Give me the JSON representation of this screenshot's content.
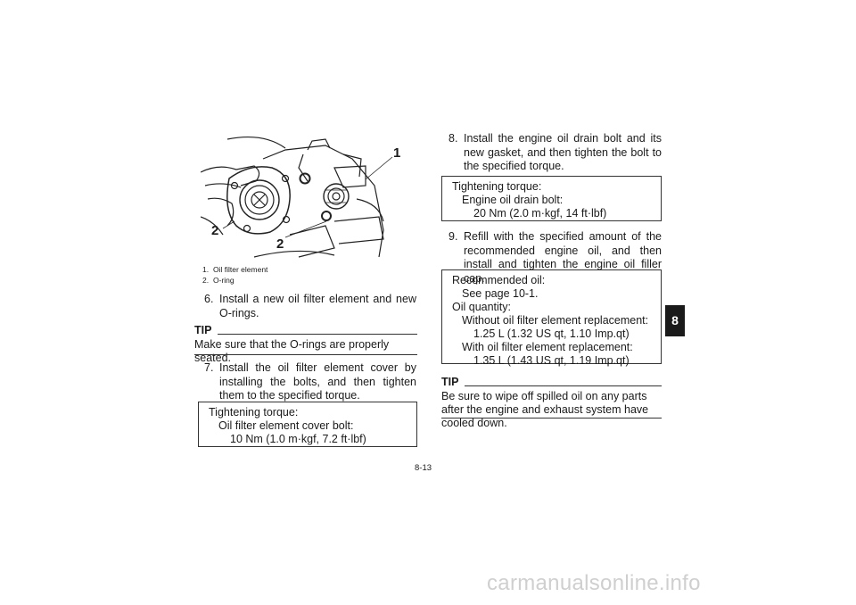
{
  "figure": {
    "callouts": [
      "1",
      "2",
      "2"
    ]
  },
  "legend": [
    {
      "num": "1.",
      "text": "Oil filter element"
    },
    {
      "num": "2.",
      "text": "O-ring"
    }
  ],
  "left": {
    "step6": {
      "num": "6.",
      "text": "Install a new oil filter element and new O-rings."
    },
    "tip": {
      "head": "TIP",
      "text": "Make sure that the O-rings are properly seated."
    },
    "step7": {
      "num": "7.",
      "text": "Install the oil filter element cover by installing the bolts, and then tighten them to the specified torque."
    },
    "box": {
      "line1": "Tightening torque:",
      "line2": "Oil filter element cover bolt:",
      "line3": "10 Nm (1.0 m·kgf, 7.2 ft·lbf)"
    }
  },
  "right": {
    "step8": {
      "num": "8.",
      "text": "Install the engine oil drain bolt and its new gasket, and then tighten the bolt to the specified torque."
    },
    "box1": {
      "line1": "Tightening torque:",
      "line2": "Engine oil drain bolt:",
      "line3": "20 Nm (2.0 m·kgf, 14 ft·lbf)"
    },
    "step9": {
      "num": "9.",
      "text": "Refill with the specified amount of the recommended engine oil, and then install and tighten the engine oil filler cap."
    },
    "box2": {
      "line1": "Recommended oil:",
      "line2": "See page 10-1.",
      "line3": "Oil quantity:",
      "line4": "Without oil filter element replacement:",
      "line5": "1.25 L (1.32 US qt, 1.10 Imp.qt)",
      "line6": "With oil filter element replacement:",
      "line7": "1.35 L (1.43 US qt, 1.19 Imp.qt)"
    },
    "tip": {
      "head": "TIP",
      "text": "Be sure to wipe off spilled oil on any parts after the engine and exhaust system have cooled down."
    }
  },
  "chapter_tab": "8",
  "page_number": "8-13",
  "watermark": "carmanualsonline.info"
}
